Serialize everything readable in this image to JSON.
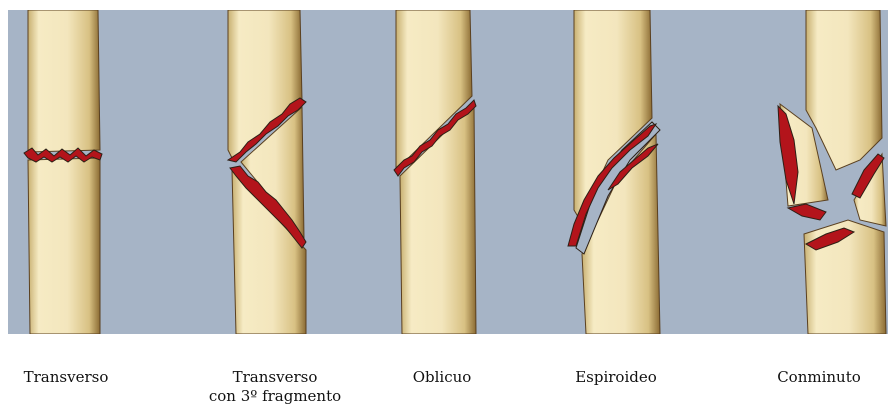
{
  "figure": {
    "captions": [
      {
        "id": "transverso",
        "lines": [
          "Transverso"
        ]
      },
      {
        "id": "transverso-3",
        "lines": [
          "Transverso",
          "con 3º fragmento"
        ]
      },
      {
        "id": "oblicuo",
        "lines": [
          "Oblicuo"
        ]
      },
      {
        "id": "espiroideo",
        "lines": [
          "Espiroideo"
        ]
      },
      {
        "id": "conminuto",
        "lines": [
          "Conminuto"
        ]
      }
    ]
  },
  "colors": {
    "background": "#a6b4c6",
    "bone": "#f3e6bd",
    "bone_shadow": "#8b6b33",
    "fracture": "#b3141b",
    "outline": "#2d2016"
  }
}
